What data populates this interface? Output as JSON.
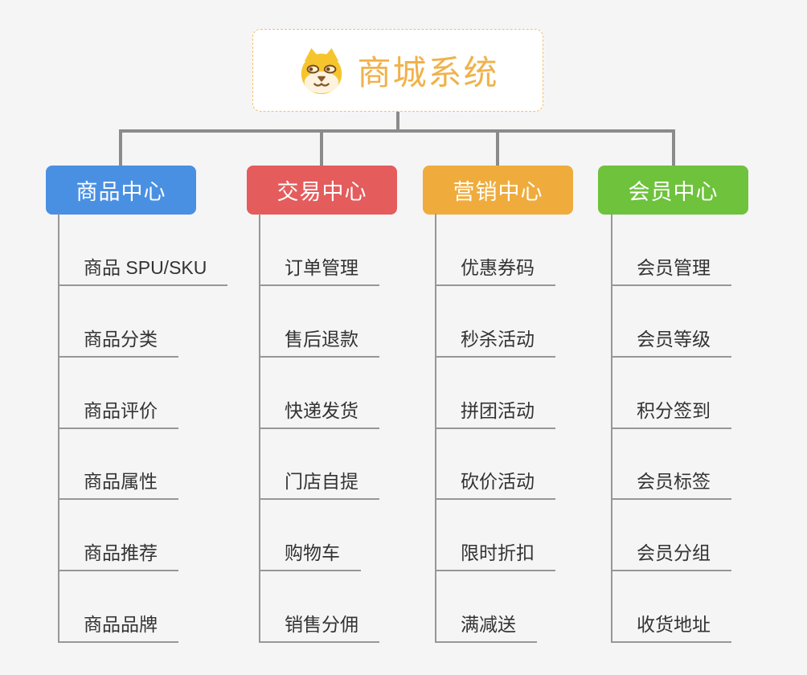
{
  "root": {
    "title": "商城系统",
    "icon": "shiba-dog-icon"
  },
  "colors": {
    "background": "#f5f5f6",
    "connector": "#8b8b8b",
    "leaf_line": "#979797",
    "root_text": "#f0b24a",
    "root_border": "#f2c06e",
    "leaf_text": "#333333"
  },
  "branches": [
    {
      "id": "product-center",
      "label": "商品中心",
      "color": "#4a90e2",
      "items": [
        "商品 SPU/SKU",
        "商品分类",
        "商品评价",
        "商品属性",
        "商品推荐",
        "商品品牌"
      ]
    },
    {
      "id": "trade-center",
      "label": "交易中心",
      "color": "#e45c5c",
      "items": [
        "订单管理",
        "售后退款",
        "快递发货",
        "门店自提",
        "购物车",
        "销售分佣"
      ]
    },
    {
      "id": "marketing-center",
      "label": "营销中心",
      "color": "#efac3c",
      "items": [
        "优惠券码",
        "秒杀活动",
        "拼团活动",
        "砍价活动",
        "限时折扣",
        "满减送"
      ]
    },
    {
      "id": "member-center",
      "label": "会员中心",
      "color": "#6ec23c",
      "items": [
        "会员管理",
        "会员等级",
        "积分签到",
        "会员标签",
        "会员分组",
        "收货地址"
      ]
    }
  ]
}
